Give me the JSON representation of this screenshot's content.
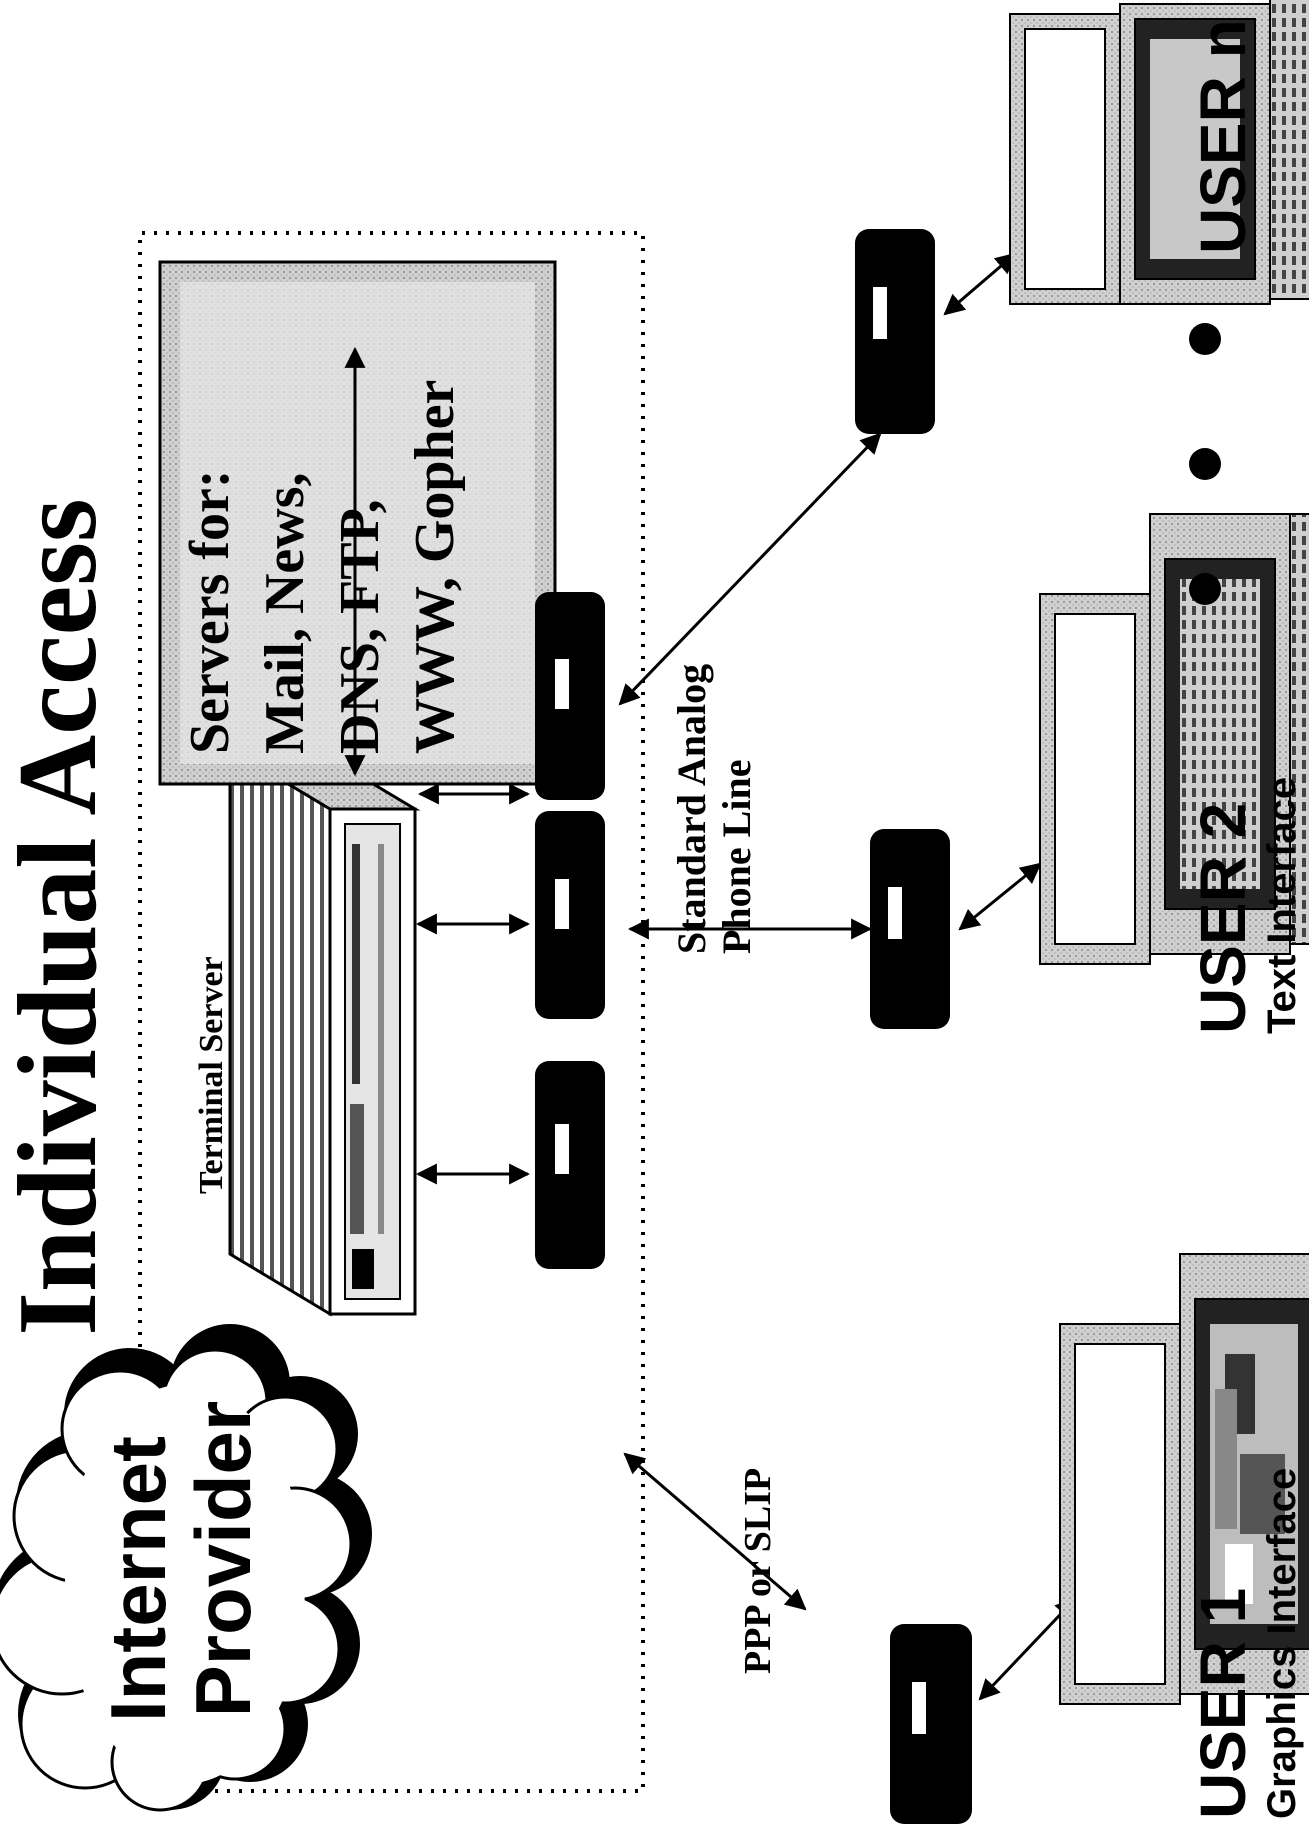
{
  "title": "Individual Access",
  "cloud": {
    "line1": "Internet",
    "line2": "Provider"
  },
  "terminal_server": {
    "label": "Terminal Server"
  },
  "servers_box": {
    "line1": "Servers for:",
    "line2": "Mail, News,",
    "line3": "DNS, FTP,",
    "line4": "WWW, Gopher"
  },
  "phone_line": {
    "line1": "Standard Analog",
    "line2": "Phone Line"
  },
  "protocol": {
    "label": "PPP or SLIP"
  },
  "users": [
    {
      "name": "USER 1",
      "interface": "Graphics Interface"
    },
    {
      "name": "USER 2",
      "interface": "Text Interface"
    },
    {
      "name": "USER n",
      "interface": ""
    }
  ],
  "colors": {
    "ink": "#000000",
    "screen_gray": "#c8c8c8",
    "box_fill": "#e6e6e6"
  }
}
